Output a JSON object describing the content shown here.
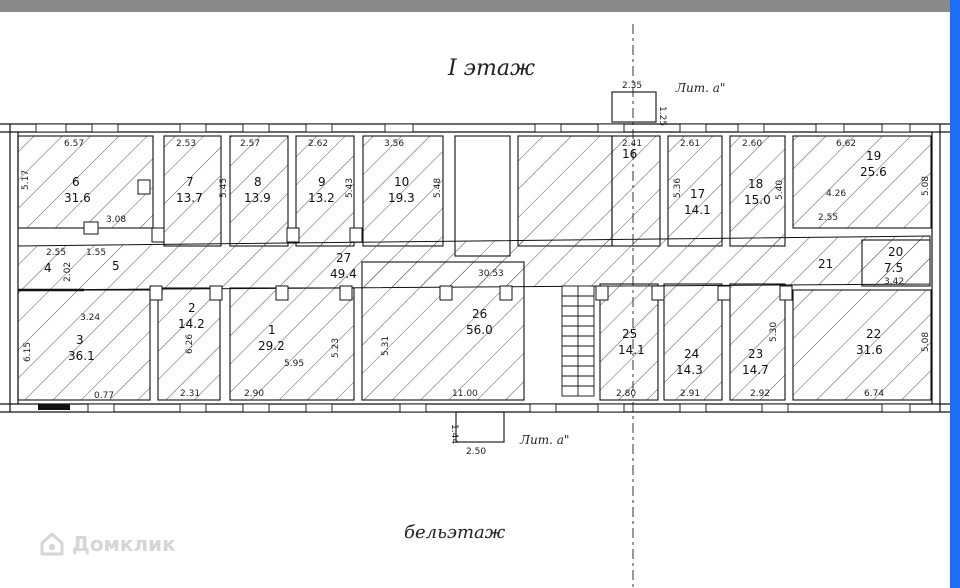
{
  "floor_title": "I этаж",
  "bottom_label": "бельэтаж",
  "watermark": "Домклик",
  "annex_top": {
    "label": "Лит. а\"",
    "width": "2.35",
    "depth": "1.25"
  },
  "annex_bottom": {
    "label": "Лит. а\"",
    "width": "2.50",
    "depth": "1.44"
  },
  "rooms": [
    {
      "no": "6",
      "area": "31.6"
    },
    {
      "no": "7",
      "area": "13.7"
    },
    {
      "no": "8",
      "area": "13.9"
    },
    {
      "no": "9",
      "area": "13.2"
    },
    {
      "no": "10",
      "area": "19.3"
    },
    {
      "no": "16",
      "area": ""
    },
    {
      "no": "17",
      "area": "14.1"
    },
    {
      "no": "18",
      "area": "15.0"
    },
    {
      "no": "19",
      "area": "25.6"
    },
    {
      "no": "4",
      "area": ""
    },
    {
      "no": "5",
      "area": ""
    },
    {
      "no": "27",
      "area": "49.4"
    },
    {
      "no": "21",
      "area": ""
    },
    {
      "no": "20",
      "area": "7.5"
    },
    {
      "no": "3",
      "area": "36.1"
    },
    {
      "no": "2",
      "area": "14.2"
    },
    {
      "no": "1",
      "area": "29.2"
    },
    {
      "no": "26",
      "area": "56.0"
    },
    {
      "no": "25",
      "area": "14.1"
    },
    {
      "no": "24",
      "area": "14.3"
    },
    {
      "no": "23",
      "area": "14.7"
    },
    {
      "no": "22",
      "area": "31.6"
    }
  ],
  "dims": [
    "6.57",
    "2.53",
    "2.57",
    "2.62",
    "3.56",
    "2.41",
    "2.61",
    "2.60",
    "6.62",
    "5.17",
    "5.45",
    "5.43",
    "5.48",
    "5.36",
    "5.40",
    "5.08",
    "3.08",
    "2.55",
    "1.55",
    "2.02",
    "30.53",
    "4.26",
    "2.55",
    "3.24",
    "6.15",
    "6.26",
    "5.95",
    "5.23",
    "5.31",
    "5.30",
    "5.08",
    "0.77",
    "2.31",
    "2.90",
    "11.00",
    "2.80",
    "2.91",
    "2.92",
    "6.74",
    "3.42"
  ]
}
